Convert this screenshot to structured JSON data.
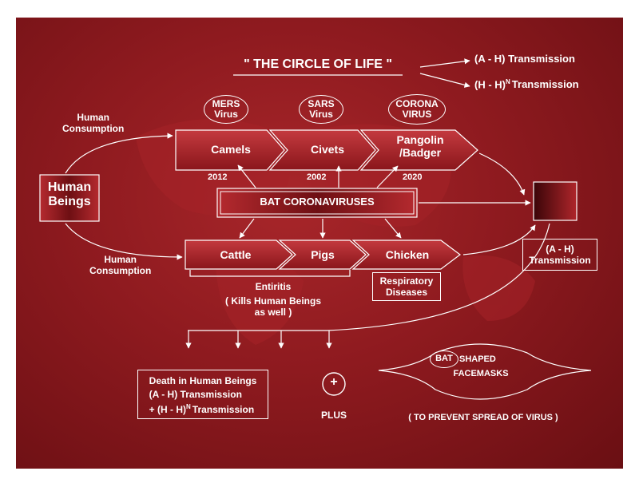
{
  "title": "\" THE CIRCLE OF LIFE \"",
  "legend": {
    "ah": "(A - H) Transmission",
    "hh_base": "(H - H)",
    "hh_sup": "N",
    "hh_tail": "Transmission"
  },
  "viruses": {
    "mers": [
      "MERS",
      "Virus"
    ],
    "sars": [
      "SARS",
      "Virus"
    ],
    "corona": [
      "CORONA",
      "VIRUS"
    ]
  },
  "human_consumption": [
    "Human",
    "Consumption"
  ],
  "human_beings": [
    "Human",
    "Beings"
  ],
  "top_row": {
    "camels": "Camels",
    "civets": "Civets",
    "pangolin": [
      "Pangolin",
      "/Badger"
    ]
  },
  "years": {
    "y2012": "2012",
    "y2002": "2002",
    "y2020": "2020"
  },
  "bat_coronaviruses": "BAT CORONAVIRUSES",
  "bottom_row": {
    "cattle": "Cattle",
    "pigs": "Pigs",
    "chicken": "Chicken"
  },
  "entiritis": [
    "Entiritis",
    "( Kills Human Beings",
    "as well )"
  ],
  "respiratory": [
    "Respiratory",
    "Diseases"
  ],
  "ah_transmission_box": [
    "(A - H)",
    "Transmission"
  ],
  "death_box": {
    "line1": "Death in Human Beings",
    "line2": "(A - H) Transmission",
    "line3_base": "+ (H - H)",
    "line3_sup": "N",
    "line3_tail": "Transmission"
  },
  "plus_symbol": "+",
  "plus_label": "PLUS",
  "facemask": {
    "bat": "BAT",
    "shaped": "SHAPED",
    "facemasks": "FACEMASKS"
  },
  "prevent": "( TO PREVENT SPREAD OF VIRUS )",
  "colors": {
    "background": "#8e1a1f",
    "shape_fill_dark": "#9a1c22",
    "shape_fill_light": "#c0383d",
    "stroke": "#ffffff"
  }
}
